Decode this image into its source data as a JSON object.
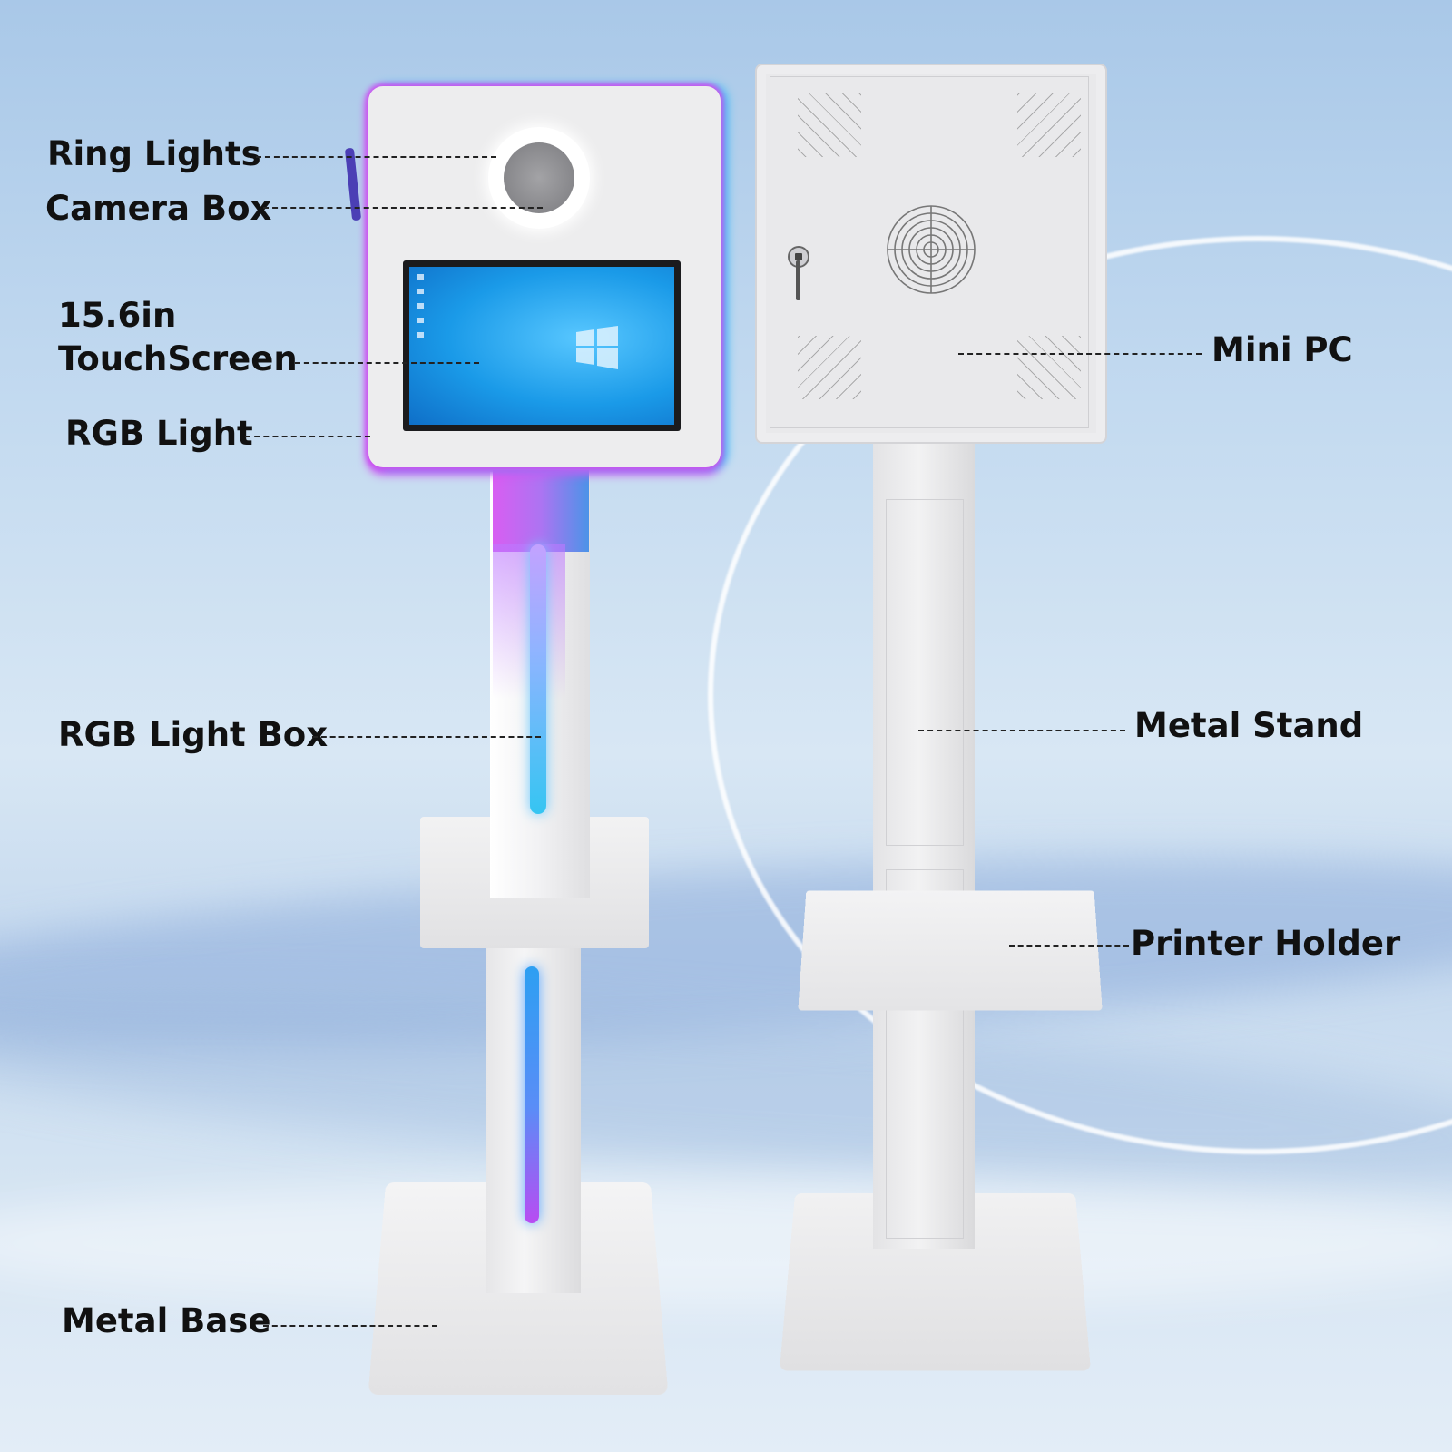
{
  "labels": {
    "ring_lights": "Ring Lights",
    "camera_box": "Camera Box",
    "touchscreen_size": "15.6in",
    "touchscreen": "TouchScreen",
    "rgb_light": "RGB Light",
    "rgb_light_box": "RGB Light Box",
    "metal_base": "Metal Base",
    "mini_pc": "Mini PC",
    "metal_stand": "Metal Stand",
    "printer_holder": "Printer Holder"
  },
  "colors": {
    "label_text": "#111111",
    "rgb_pink": "#d44cf0",
    "rgb_blue": "#3fb6f2",
    "screen_blue": "#1a9ae8",
    "device_white": "#eeeeef"
  },
  "icons": {
    "screen_logo": "windows-logo-icon",
    "fan_grille": "fan-grille-icon",
    "lock": "key-lock-icon"
  }
}
